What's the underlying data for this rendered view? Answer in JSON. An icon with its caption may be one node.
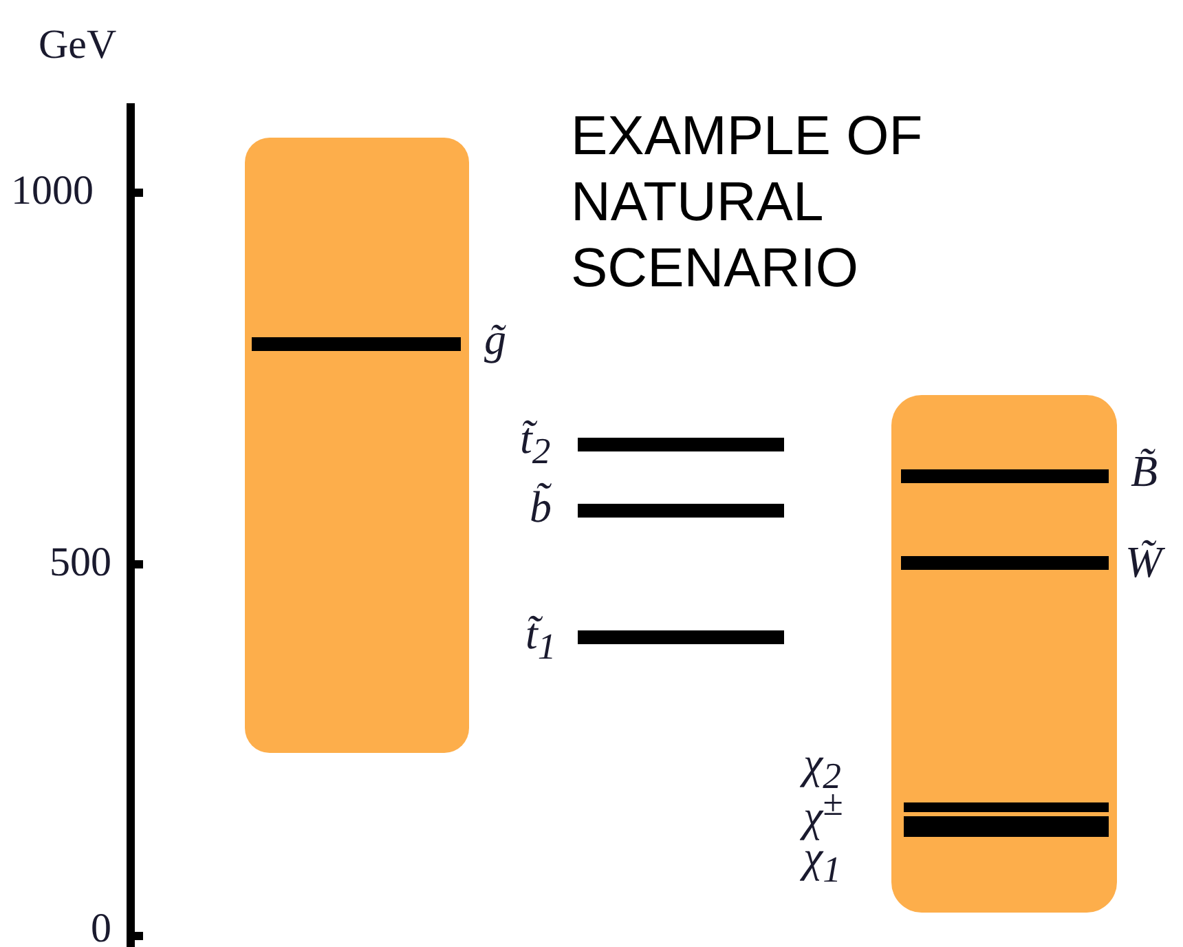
{
  "diagram": {
    "labels": [
      "GeV",
      "1000",
      "500",
      "0",
      "EXAMPLE OF NATURAL SCENARIO",
      "g̃",
      "t̃$_{2}$",
      "b̃",
      "t̃$_{1}$",
      "B̃",
      "W̃",
      "χ$_{2}$",
      "χ$^{±}$",
      "χ$_{1}$"
    ]
  }
}
